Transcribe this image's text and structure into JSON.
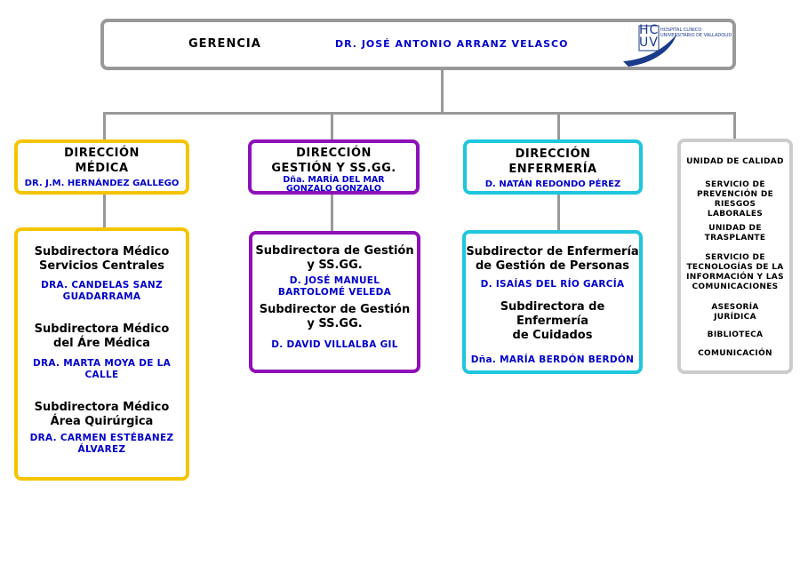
{
  "header": {
    "label": "GERENCIA",
    "director": "DR. JOSÉ ANTONIO ARRANZ VELASCO",
    "logo": {
      "letters_top": "HC",
      "letters_bottom": "UV",
      "text_line1": "HOSPITAL CLÍNICO",
      "text_line2": "UNIVERSITARIO DE VALLADOLID"
    }
  },
  "colors": {
    "medica": "#f5c400",
    "gestion": "#8e10b8",
    "enfermeria": "#1ec6de",
    "units": "#cccccc",
    "header": "#999999",
    "name": "#0000cc"
  },
  "medica": {
    "title1": "DIRECCIÓN",
    "title2": "MÉDICA",
    "director": "DR. J.M. HERNÁNDEZ GALLEGO",
    "subs": [
      {
        "title1": "Subdirectora Médico",
        "title2": "Servicios Centrales",
        "name1": "DRA. CANDELAS SANZ",
        "name2": "GUADARRAMA"
      },
      {
        "title1": "Subdirectora Médico",
        "title2": "del Áre Médica",
        "name1": "DRA. MARTA MOYA DE LA",
        "name2": "CALLE"
      },
      {
        "title1": "Subdirectora Médico",
        "title2": "Área Quirúrgica",
        "name1": "DRA. CARMEN ESTÉBANEZ",
        "name2": "ÁLVAREZ"
      }
    ]
  },
  "gestion": {
    "title1": "DIRECCIÓN",
    "title2": "GESTIÓN Y SS.GG.",
    "director1": "Dña. MARÍA DEL MAR",
    "director2": "GONZALO GONZALO",
    "subs": [
      {
        "title1": "Subdirectora de Gestión",
        "title2": "y SS.GG.",
        "name1": "D. JOSÉ MANUEL",
        "name2": "BARTOLOMÉ VELEDA"
      },
      {
        "title1": "Subdirector de Gestión",
        "title2": "y SS.GG.",
        "name1": "D. DAVID VILLALBA GIL"
      }
    ]
  },
  "enfermeria": {
    "title1": "DIRECCIÓN",
    "title2": "ENFERMERÍA",
    "director": "D. NATÁN REDONDO PÉREZ",
    "subs": [
      {
        "title1": "Subdirector de Enfermería",
        "title2": "de Gestión de Personas",
        "name1": "D. ISAÍAS DEL RÍO GARCÍA"
      },
      {
        "title1": "Subdirectora de Enfermería",
        "title2": "de Cuidados",
        "name1": "Dña. MARÍA BERDÓN BERDÓN"
      }
    ]
  },
  "units": {
    "u1": "UNIDAD DE CALIDAD",
    "u2_1": "SERVICIO DE",
    "u2_2": "PREVENCIÓN DE",
    "u2_3": "RIESGOS",
    "u2_4": "LABORALES",
    "u3_1": "UNIDAD DE",
    "u3_2": "TRASPLANTE",
    "u4_1": "SERVICIO DE",
    "u4_2": "TECNOLOGÍAS DE LA",
    "u4_3": "INFORMACIÓN Y LAS",
    "u4_4": "COMUNICACIONES",
    "u5_1": "ASESORÍA",
    "u5_2": "JURÍDICA",
    "u6": "BIBLIOTECA",
    "u7": "COMUNICACIÓN"
  }
}
